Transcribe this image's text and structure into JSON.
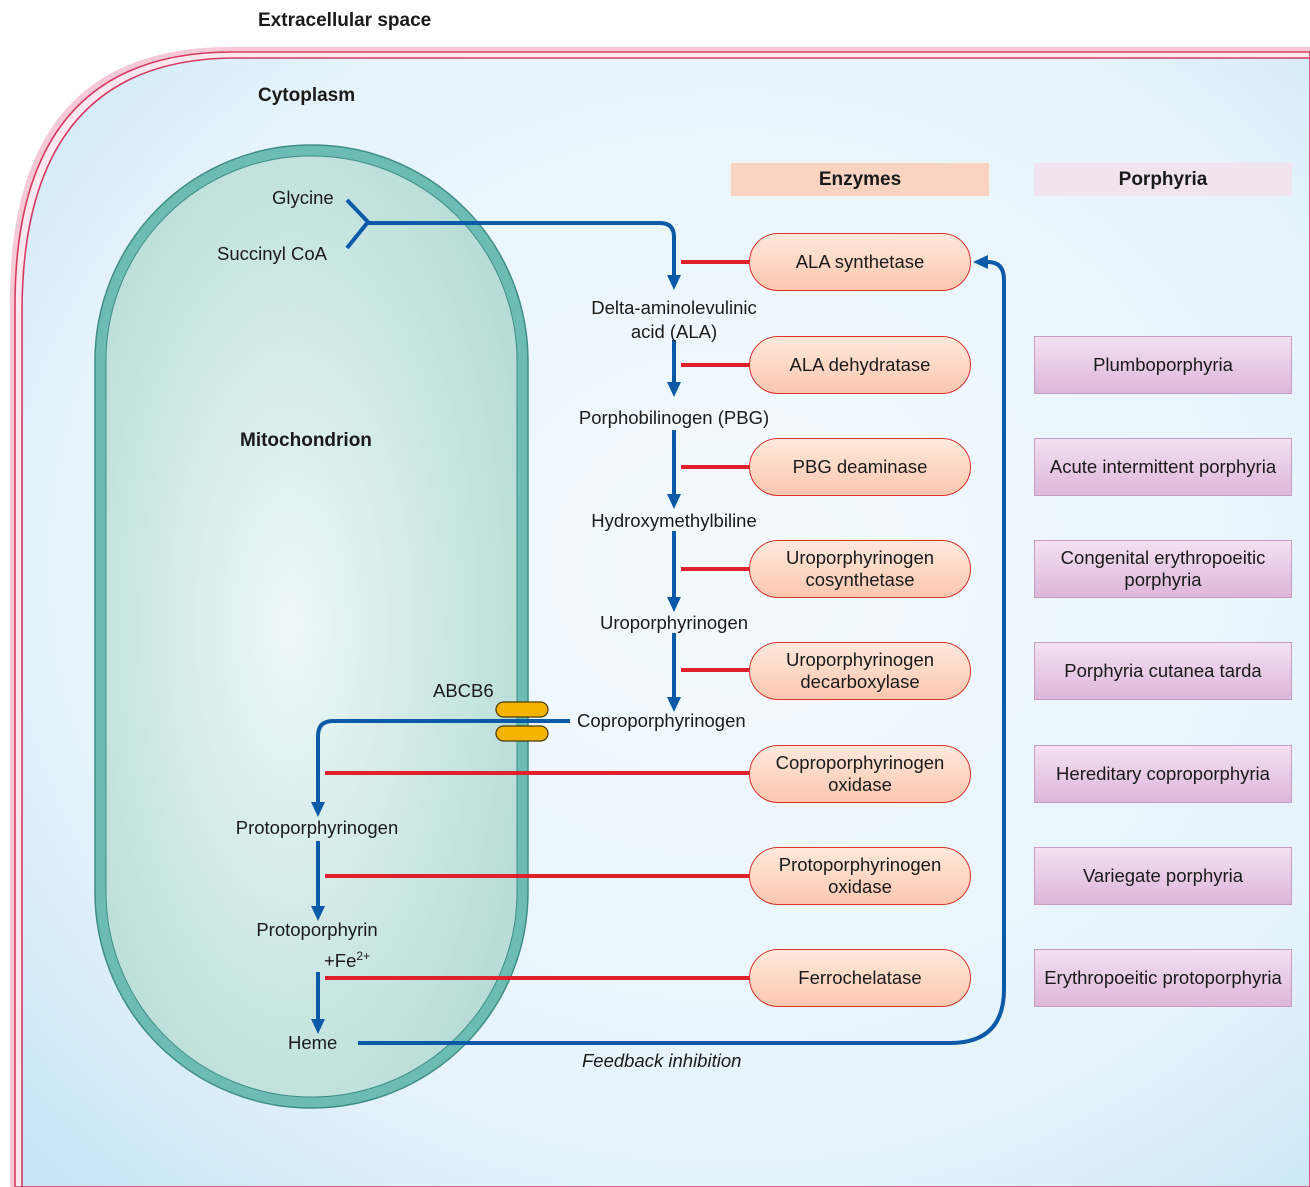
{
  "labels": {
    "extracellular": "Extracellular space",
    "cytoplasm": "Cytoplasm",
    "mitochondrion": "Mitochondrion",
    "abcb6": "ABCB6",
    "feedback": "Feedback inhibition"
  },
  "headers": {
    "enzymes": "Enzymes",
    "porphyria": "Porphyria"
  },
  "metabolites": {
    "glycine": "Glycine",
    "succinyl_coa": "Succinyl CoA",
    "ala_line1": "Delta-aminolevulinic",
    "ala_line2": "acid (ALA)",
    "pbg": "Porphobilinogen (PBG)",
    "hmb": "Hydroxymethylbiline",
    "uro": "Uroporphyrinogen",
    "copro": "Coproporphyrinogen",
    "proto_gen": "Protoporphyrinogen",
    "proto": "Protoporphyrin",
    "fe_prefix": "+Fe",
    "fe_charge": "2+",
    "heme": "Heme"
  },
  "enzymes": [
    "ALA synthetase",
    "ALA dehydratase",
    "PBG deaminase",
    "Uroporphyrinogen cosynthetase",
    "Uroporphyrinogen decarboxylase",
    "Coproporphyrinogen oxidase",
    "Protoporphyrinogen oxidase",
    "Ferrochelatase"
  ],
  "porphyrias": [
    "Plumboporphyria",
    "Acute intermittent porphyria",
    "Congenital erythropoeitic porphyria",
    "Porphyria cutanea tarda",
    "Hereditary coproporphyria",
    "Variegate porphyria",
    "Erythropoeitic protoporphyria"
  ],
  "colors": {
    "pathway_blue": "#0a5aa8",
    "enzyme_red": "#e0202a",
    "cell_membrane": "#d94a6e",
    "cytoplasm_fill": "#e4f2fb",
    "mito_fill": "#c2e2de",
    "mito_border": "#6cbcb3",
    "transporter": "#f5b400",
    "enzyme_header": "#fbd0bd",
    "porphyria_header": "#f0e3ef"
  }
}
